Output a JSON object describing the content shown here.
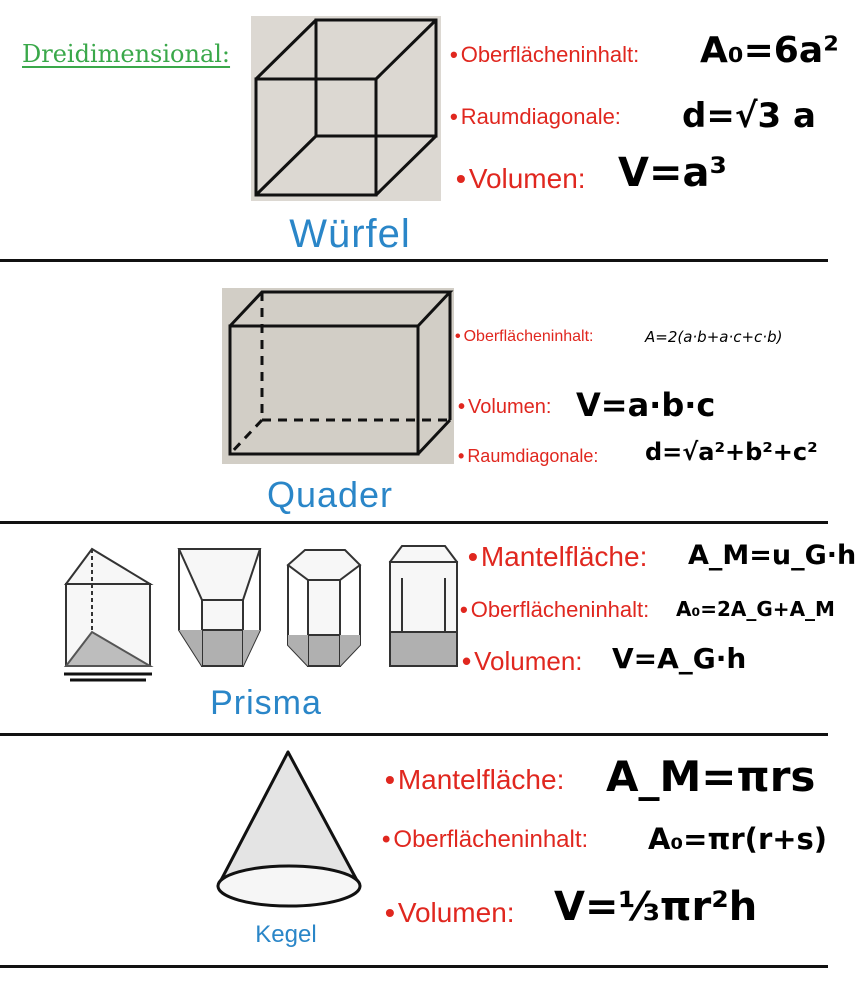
{
  "heading": "Dreidimensional:",
  "sections": {
    "wuerfel": {
      "title": "Würfel",
      "items": [
        {
          "label": "Oberflächeninhalt:",
          "formula": "A₀=6a²"
        },
        {
          "label": "Raumdiagonale:",
          "formula": "d=√3 a"
        },
        {
          "label": "Volumen:",
          "formula": "V=a³"
        }
      ]
    },
    "quader": {
      "title": "Quader",
      "items": [
        {
          "label": "Oberflächeninhalt:",
          "formula": "A=2(a·b+a·c+c·b)"
        },
        {
          "label": "Volumen:",
          "formula": "V=a·b·c"
        },
        {
          "label": "Raumdiagonale:",
          "formula": "d=√a²+b²+c²"
        }
      ]
    },
    "prisma": {
      "title": "Prisma",
      "items": [
        {
          "label": "Mantelfläche:",
          "formula": "A_M=u_G·h"
        },
        {
          "label": "Oberflächeninhalt:",
          "formula": "A₀=2A_G+A_M"
        },
        {
          "label": "Volumen:",
          "formula": "V=A_G·h"
        }
      ]
    },
    "kegel": {
      "title": "Kegel",
      "items": [
        {
          "label": "Mantelfläche:",
          "formula": "A_M=πrs"
        },
        {
          "label": "Oberflächeninhalt:",
          "formula": "A₀=πr(r+s)"
        },
        {
          "label": "Volumen:",
          "formula": "V=⅓πr²h"
        }
      ]
    }
  },
  "colors": {
    "heading": "#3aa84a",
    "title": "#2a86c8",
    "label": "#e0271f",
    "formula": "#000000"
  },
  "icons": [
    "cube-drawing",
    "cuboid-drawing",
    "prism-drawings",
    "cone-drawing"
  ]
}
